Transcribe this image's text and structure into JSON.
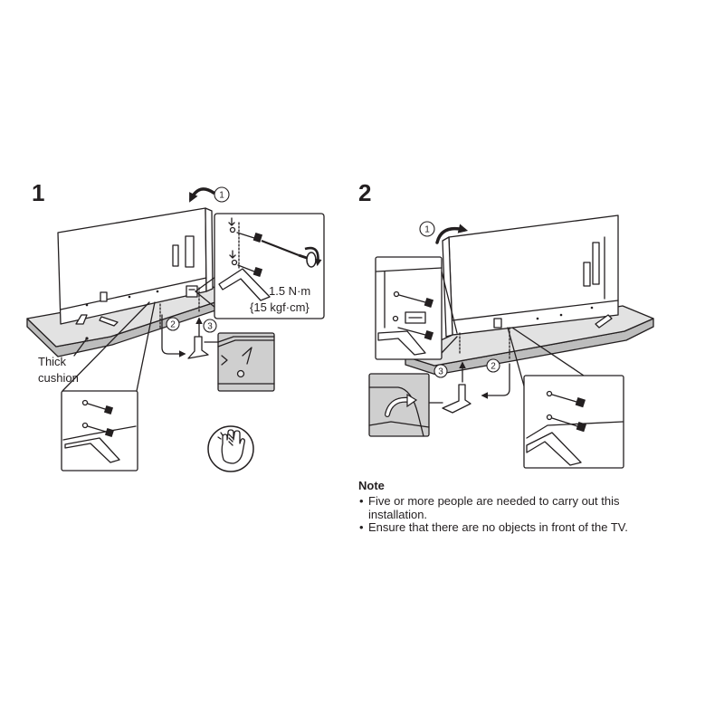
{
  "steps": [
    {
      "number": "1",
      "markers": [
        "1",
        "2",
        "3"
      ],
      "torque": {
        "primary": "1.5 N·m",
        "secondary": "{15 kgf·cm}"
      },
      "cushion_label": [
        "Thick",
        "cushion"
      ]
    },
    {
      "number": "2",
      "markers": [
        "1",
        "2",
        "3"
      ]
    }
  ],
  "note": {
    "title": "Note",
    "items": [
      "Five or more people are needed to carry out this installation.",
      "Ensure that there are no objects in front of the TV."
    ]
  },
  "icons": {
    "rotate": "rotate-arrow-icon",
    "screw": "screw-icon",
    "screwdriver": "screwdriver-icon",
    "caution_hand": "hand-caution-icon"
  },
  "colors": {
    "line": "#231f20",
    "cushion_top": "#e2e2e2",
    "cushion_side": "#bdbdbd",
    "callout_fill": "#cfcfcf"
  }
}
